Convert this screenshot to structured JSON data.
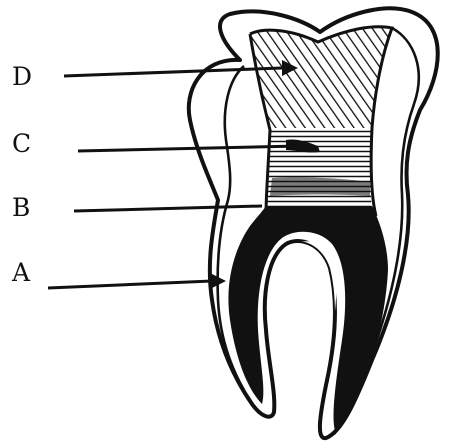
{
  "diagram": {
    "labels": [
      {
        "id": "D",
        "text": "D"
      },
      {
        "id": "C",
        "text": "C"
      },
      {
        "id": "B",
        "text": "B"
      },
      {
        "id": "A",
        "text": "A"
      }
    ]
  },
  "colors": {
    "ink": "#111111",
    "background": "#ffffff"
  }
}
